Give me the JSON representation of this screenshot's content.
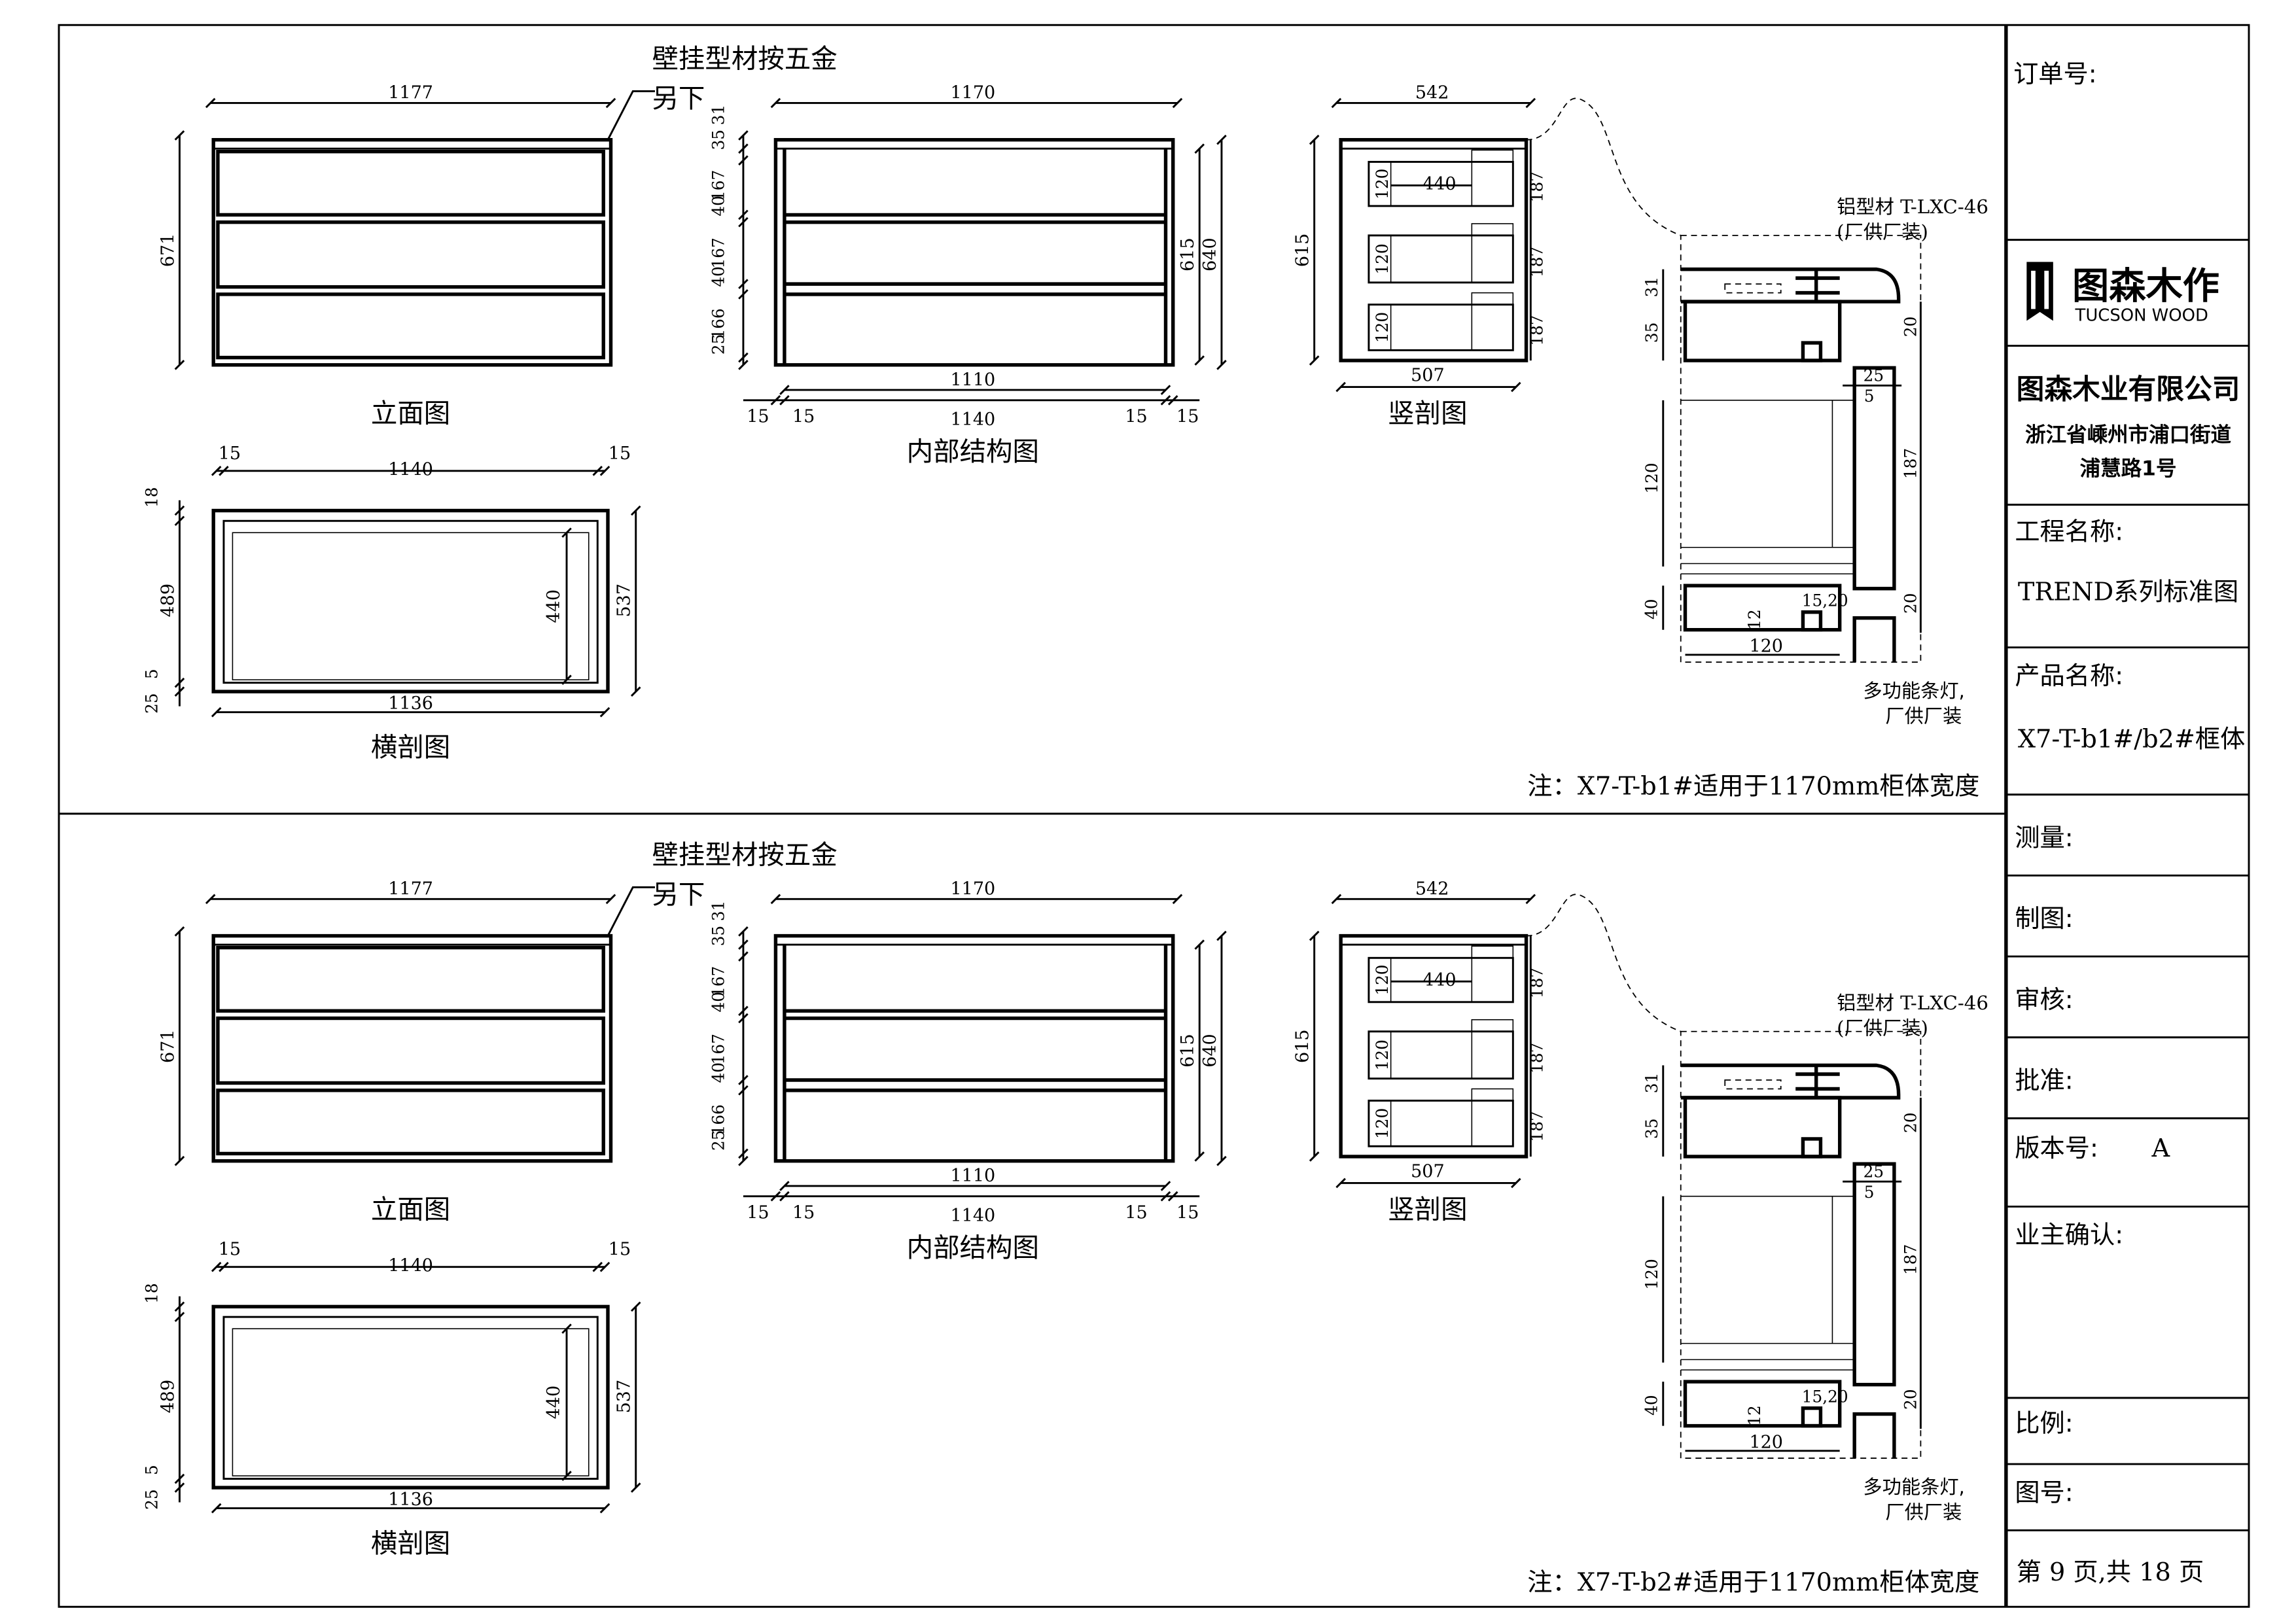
{
  "title_block": {
    "order_no_label": "订单号:",
    "logo_cn": "图森木作",
    "logo_en": "TUCSON WOOD",
    "company": "图森木业有限公司",
    "address_line1": "浙江省嵊州市浦口街道",
    "address_line2": "浦慧路1号",
    "project_label": "工程名称:",
    "project_value": "TREND系列标准图",
    "product_label": "产品名称:",
    "product_value": "X7-T-b1#/b2#框体",
    "measure_label": "测量:",
    "drawn_label": "制图:",
    "review_label": "审核:",
    "approve_label": "批准:",
    "version_label": "版本号:",
    "version_value": "A",
    "owner_confirm_label": "业主确认:",
    "scale_label": "比例:",
    "drawing_no_label": "图号:",
    "page_info": "第 9 页,共 18 页"
  },
  "panels": [
    {
      "note": "注：X7-T-b1#适用于1170mm柜体宽度"
    },
    {
      "note": "注：X7-T-b2#适用于1170mm柜体宽度"
    }
  ],
  "drawing": {
    "hardware_note": [
      "壁挂型材按五金",
      "另下"
    ],
    "elevation": {
      "label": "立面图",
      "width": "1177",
      "height": "671"
    },
    "internal": {
      "label": "内部结构图",
      "width": "1170",
      "left": [
        "31",
        "35",
        "167",
        "40",
        "167",
        "40",
        "166",
        "25"
      ],
      "right": [
        "615",
        "640"
      ],
      "inner_width": "1110",
      "bottom": [
        "15",
        "15",
        "1140",
        "15",
        "15"
      ]
    },
    "section": {
      "label": "竖剖图",
      "width": "542",
      "height": "615",
      "depth": "507",
      "drawer_depth": "440",
      "drawer_heights": [
        "120",
        "120",
        "120"
      ],
      "front_heights": [
        "187",
        "187",
        "187"
      ]
    },
    "plan": {
      "label": "横剖图",
      "width": "1140",
      "sides": [
        "15",
        "15"
      ],
      "left": [
        "18",
        "489",
        "5",
        "25"
      ],
      "height": "537",
      "inner": "440",
      "bottom": "1136"
    },
    "detail": {
      "profile_label": "铝型材 T-LXC-46",
      "profile_note": "(厂供厂装)",
      "left": [
        "31",
        "35",
        "120",
        "40"
      ],
      "right": [
        "20",
        "187",
        "20"
      ],
      "gap": [
        "25",
        "5"
      ],
      "groove": [
        "12",
        "15,20"
      ],
      "drawer_depth": "120",
      "light_label": "多功能条灯,",
      "light_note": "厂供厂装"
    }
  }
}
